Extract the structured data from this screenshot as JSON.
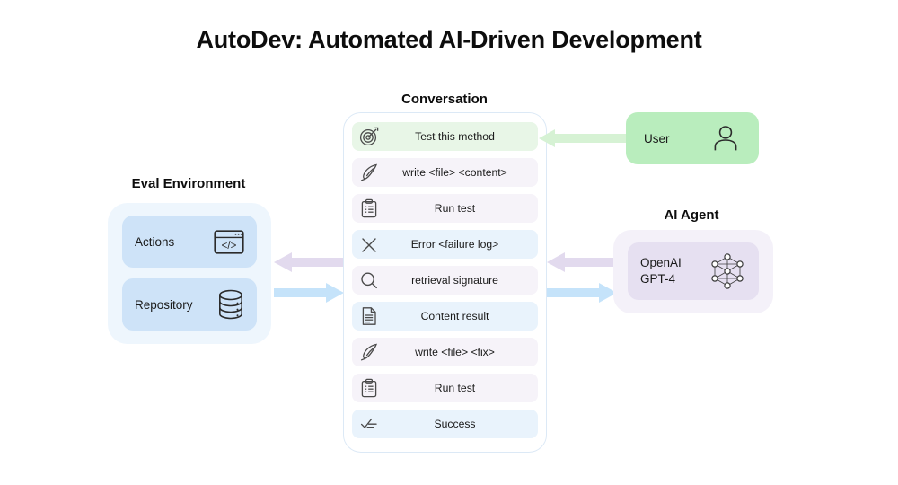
{
  "title": "AutoDev: Automated AI-Driven Development",
  "sections": {
    "eval": {
      "label": "Eval Environment"
    },
    "conversation": {
      "label": "Conversation"
    },
    "agent": {
      "label": "AI Agent"
    }
  },
  "eval_environment": {
    "cards": [
      {
        "label": "Actions",
        "icon": "code-window-icon"
      },
      {
        "label": "Repository",
        "icon": "database-icon"
      }
    ]
  },
  "conversation": {
    "rows": [
      {
        "text": "Test this method",
        "icon": "target-icon",
        "tone": "green"
      },
      {
        "text": "write <file> <content>",
        "icon": "quill-icon",
        "tone": "purple"
      },
      {
        "text": "Run test",
        "icon": "clipboard-icon",
        "tone": "purple"
      },
      {
        "text": "Error <failure log>",
        "icon": "close-x-icon",
        "tone": "blue"
      },
      {
        "text": "retrieval signature",
        "icon": "magnifier-icon",
        "tone": "purple"
      },
      {
        "text": "Content result",
        "icon": "document-icon",
        "tone": "blue"
      },
      {
        "text": "write <file> <fix>",
        "icon": "quill-icon",
        "tone": "purple"
      },
      {
        "text": "Run test",
        "icon": "clipboard-icon",
        "tone": "purple"
      },
      {
        "text": "Success",
        "icon": "check-lines-icon",
        "tone": "blue"
      }
    ]
  },
  "user": {
    "label": "User",
    "icon": "person-icon"
  },
  "agent": {
    "card": {
      "label": "OpenAI\nGPT-4",
      "icon": "neural-network-icon"
    }
  },
  "arrows": [
    {
      "name": "eval-from-conversation",
      "direction": "left",
      "color": "#e2daee"
    },
    {
      "name": "eval-to-conversation",
      "direction": "right",
      "color": "#c5e3fa"
    },
    {
      "name": "conversation-to-agent",
      "direction": "left",
      "color": "#e2daee"
    },
    {
      "name": "agent-to-conversation",
      "direction": "right",
      "color": "#c5e3fa"
    },
    {
      "name": "user-to-conversation",
      "direction": "left",
      "color": "#d6f2d4"
    }
  ],
  "colors": {
    "green_card": "#b9edbd",
    "blue_panel": "#eef6fd",
    "blue_card": "#cee3f8",
    "purple_panel": "#f4f1f9",
    "purple_card": "#e6e0f1",
    "row_green": "#e8f6e7",
    "row_purple": "#f6f3f9",
    "row_blue": "#e9f3fc"
  }
}
